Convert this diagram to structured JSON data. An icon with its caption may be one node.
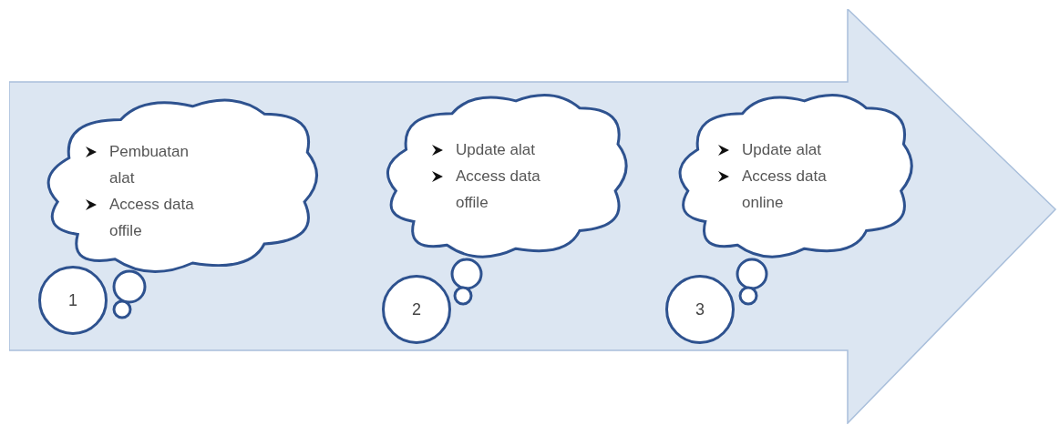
{
  "diagram": {
    "nodes": [
      {
        "text": [],
        "shape": "arrow"
      },
      {
        "text": [
          "Pembuatan alat",
          "Access data offile"
        ],
        "in": 0
      },
      {
        "text": [
          "1"
        ],
        "in": 0
      },
      {
        "text": [
          "Update alat",
          "Access data offile"
        ],
        "in": 0
      },
      {
        "text": [
          "2"
        ],
        "in": 0
      },
      {
        "text": [
          "Update alat",
          "Access data online"
        ],
        "in": 0
      },
      {
        "text": [
          "3"
        ],
        "in": 0
      }
    ]
  }
}
